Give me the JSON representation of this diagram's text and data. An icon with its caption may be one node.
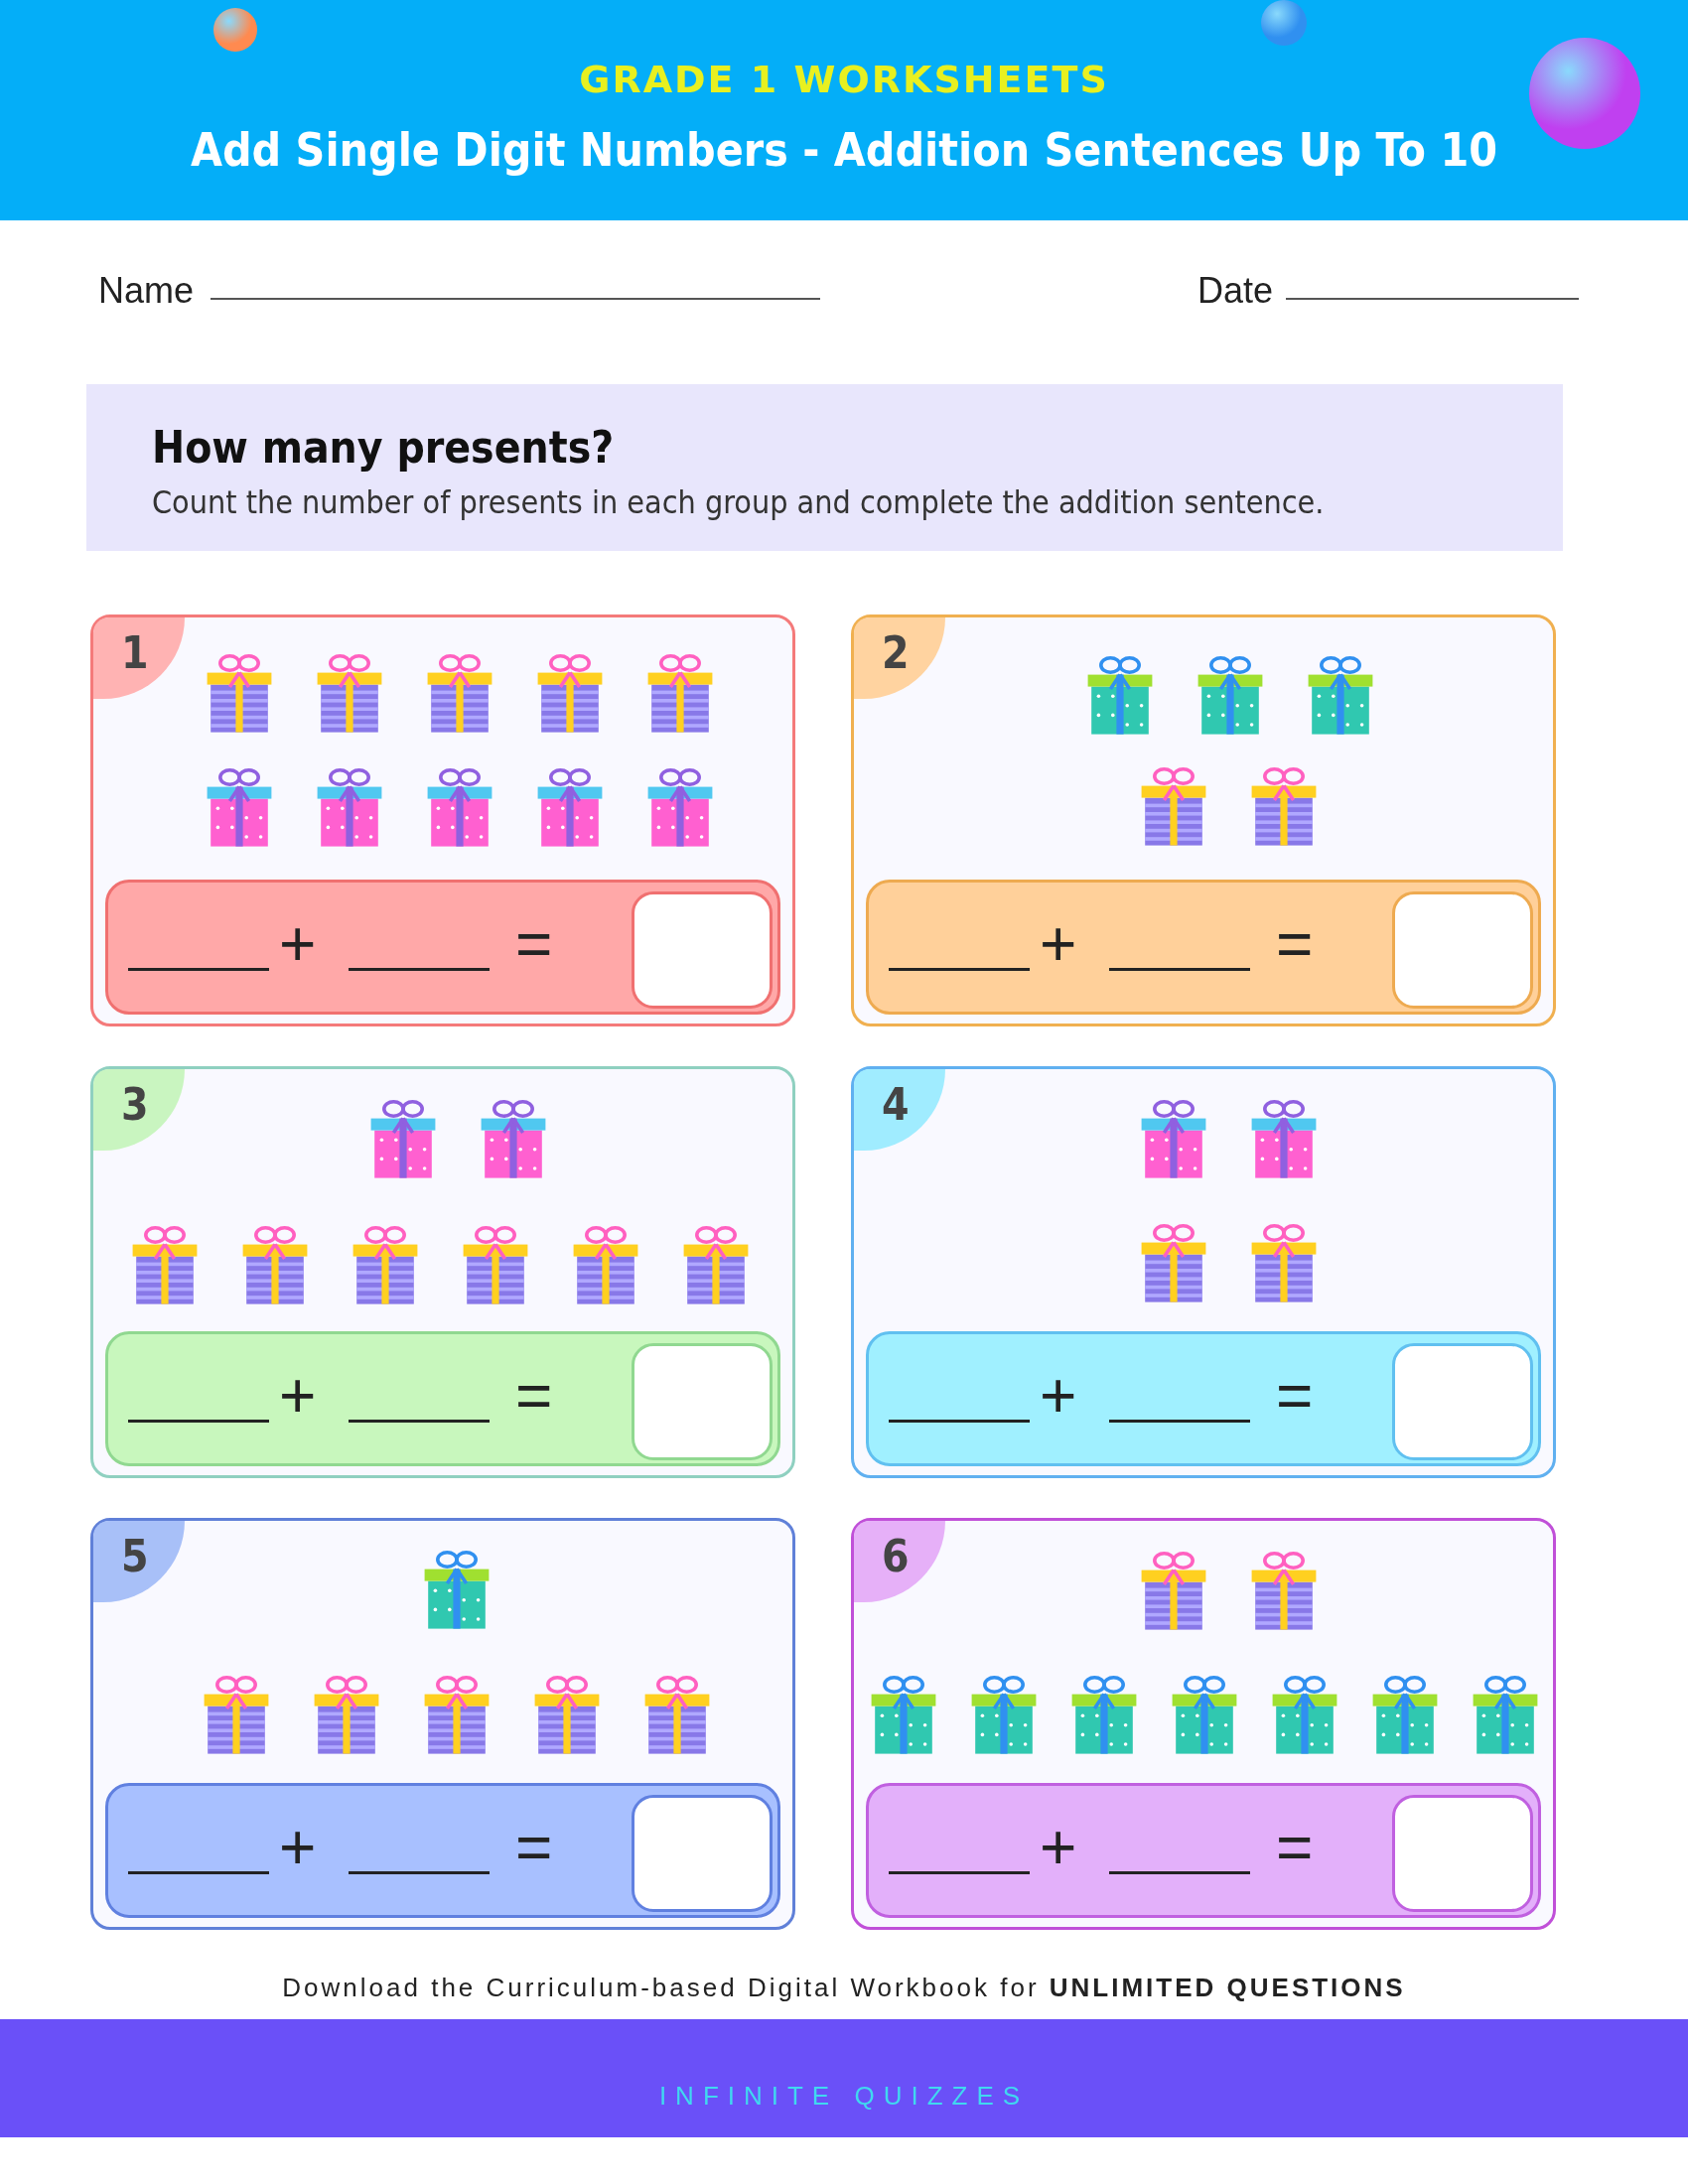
{
  "diagram": {
    "title": "Add Single Digit Numbers - Addition Sentences Up To 10",
    "nodes": [
      {
        "text": [
          "How many presents?",
          "Count the number of presents in each group and complete the addition sentence."
        ]
      },
      {
        "text": [
          "1"
        ]
      },
      {
        "text": [
          "+",
          "="
        ],
        "in": 1
      },
      {
        "text": [
          "2"
        ]
      },
      {
        "text": [
          "+",
          "="
        ],
        "in": 3
      },
      {
        "text": [
          "3"
        ]
      },
      {
        "text": [
          "+",
          "="
        ],
        "in": 5
      },
      {
        "text": [
          "4"
        ]
      },
      {
        "text": [
          "+",
          "="
        ],
        "in": 7
      },
      {
        "text": [
          "5"
        ]
      },
      {
        "text": [
          "+",
          "="
        ],
        "in": 9
      },
      {
        "text": [
          "6"
        ]
      },
      {
        "text": [
          "+",
          "="
        ],
        "in": 11
      }
    ],
    "edges": [],
    "labels": [
      "GRADE 1 WORKSHEETS",
      "Name",
      "Date",
      "Download the Curriculum-based Digital Workbook for **UNLIMITED QUESTIONS**",
      "INFINITE QUIZZES"
    ]
  }
}
